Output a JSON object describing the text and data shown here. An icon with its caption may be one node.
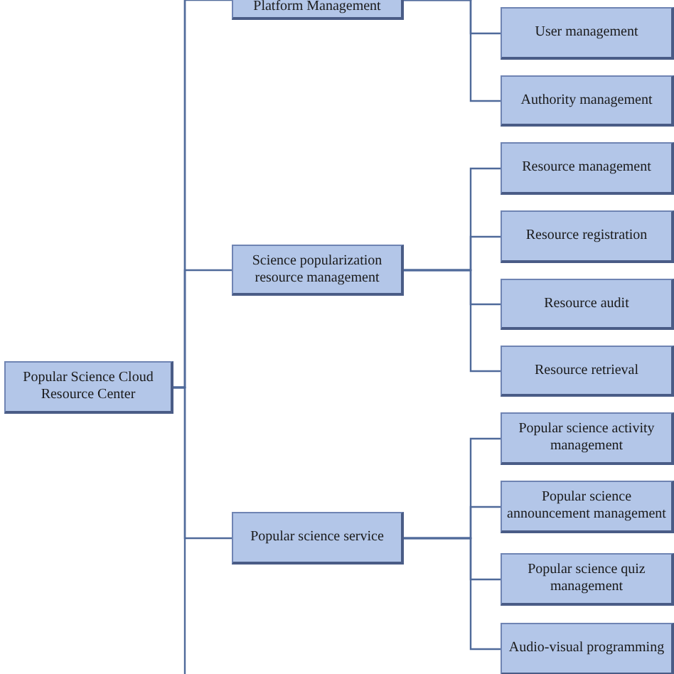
{
  "diagram": {
    "nodes": [
      {
        "text": [
          "Popular Science Cloud Resource Center"
        ]
      },
      {
        "text": [
          "Platform Management"
        ]
      },
      {
        "text": [
          "Science popularization resource management"
        ]
      },
      {
        "text": [
          "Popular science service"
        ]
      },
      {
        "text": [
          "User management"
        ]
      },
      {
        "text": [
          "Authority management"
        ]
      },
      {
        "text": [
          "Resource management"
        ]
      },
      {
        "text": [
          "Resource registration"
        ]
      },
      {
        "text": [
          "Resource audit"
        ]
      },
      {
        "text": [
          "Resource retrieval"
        ]
      },
      {
        "text": [
          "Popular science activity management"
        ]
      },
      {
        "text": [
          "Popular science announcement management"
        ]
      },
      {
        "text": [
          "Popular science quiz management"
        ]
      },
      {
        "text": [
          "Audio-visual programming"
        ]
      }
    ],
    "edges": [
      {
        "from": 0,
        "to": null,
        "arrow": "none"
      },
      {
        "from": 0,
        "to": 1,
        "arrow": "none"
      },
      {
        "from": 0,
        "to": 2,
        "arrow": "none"
      },
      {
        "from": 0,
        "to": 3,
        "arrow": "none"
      },
      {
        "from": 0,
        "to": null,
        "arrow": "none"
      },
      {
        "from": 1,
        "to": null,
        "arrow": "none"
      },
      {
        "from": 1,
        "to": 4,
        "arrow": "none"
      },
      {
        "from": 1,
        "to": 5,
        "arrow": "none"
      },
      {
        "from": 2,
        "to": 6,
        "arrow": "none"
      },
      {
        "from": 2,
        "to": 7,
        "arrow": "none"
      },
      {
        "from": 2,
        "to": 8,
        "arrow": "none"
      },
      {
        "from": 2,
        "to": 9,
        "arrow": "none"
      },
      {
        "from": 3,
        "to": 10,
        "arrow": "none"
      },
      {
        "from": 3,
        "to": 11,
        "arrow": "none"
      },
      {
        "from": 3,
        "to": 12,
        "arrow": "none"
      },
      {
        "from": 3,
        "to": 13,
        "arrow": "none"
      }
    ]
  }
}
